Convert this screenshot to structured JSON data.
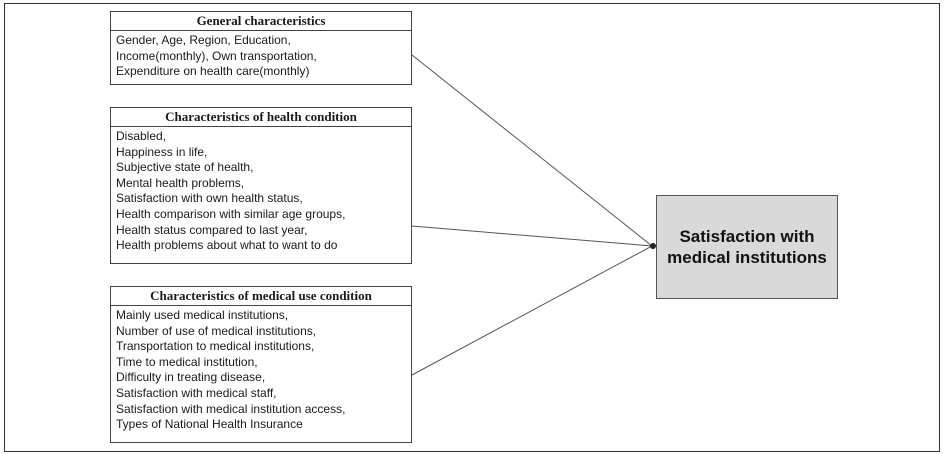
{
  "general": {
    "title": "General characteristics",
    "items": [
      "Gender, Age, Region, Education,",
      "Income(monthly), Own transportation,",
      "Expenditure on health care(monthly)"
    ]
  },
  "health": {
    "title": "Characteristics of health condition",
    "items": [
      "Disabled,",
      "Happiness in life,",
      "Subjective state of health,",
      "Mental health problems,",
      "Satisfaction with own health status,",
      "Health comparison with similar age groups,",
      "Health status compared to last year,",
      "Health problems about what to want to do"
    ]
  },
  "medical": {
    "title": "Characteristics of medical use condition",
    "items": [
      "Mainly used medical institutions,",
      "Number of use of medical institutions,",
      "Transportation to medical institutions,",
      "Time to medical institution,",
      "Difficulty in treating disease,",
      "Satisfaction with medical staff,",
      "Satisfaction with medical institution access,",
      "Types of National Health Insurance"
    ]
  },
  "outcome": {
    "line1": "Satisfaction with",
    "line2": "medical institutions"
  }
}
